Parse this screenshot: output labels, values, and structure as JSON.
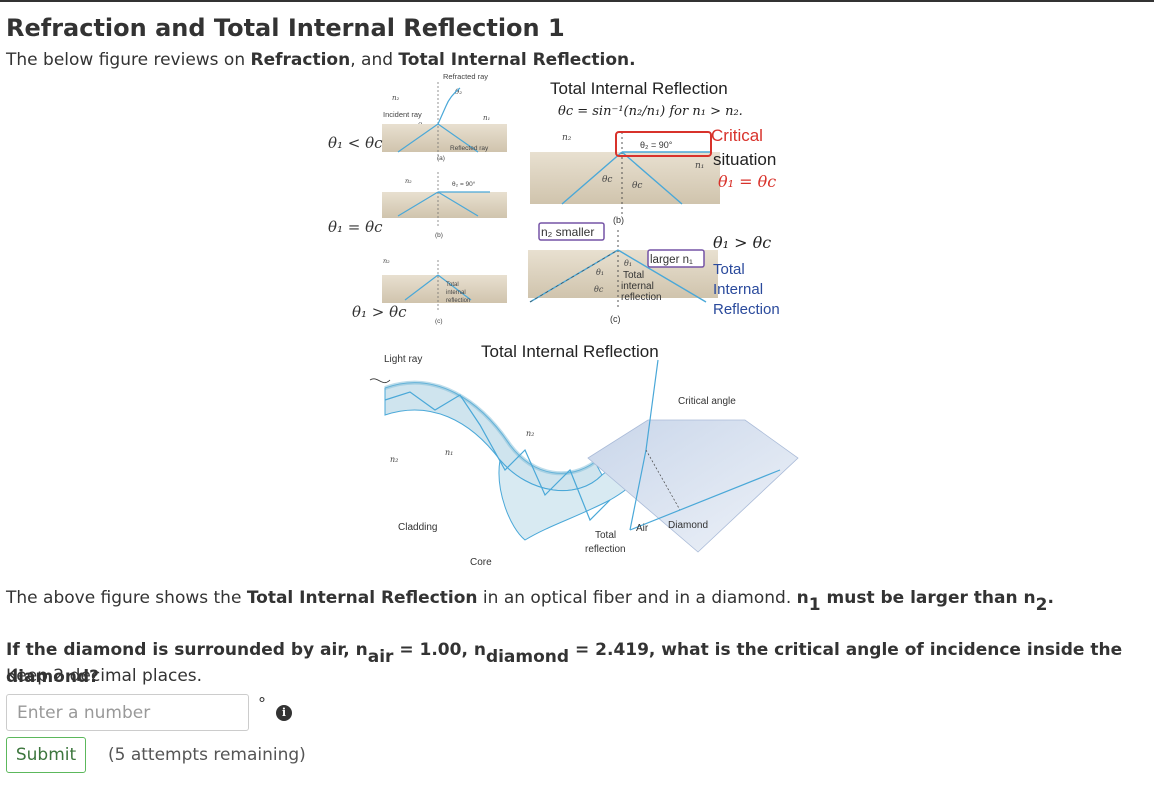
{
  "title": "Refraction and Total Internal Reflection 1",
  "intro": {
    "pre": "The below figure reviews on ",
    "b1": "Refraction",
    "mid": ", and ",
    "b2": "Total Internal Reflection."
  },
  "figure": {
    "refracted_ray": "Refracted ray",
    "incident_ray": "Incident ray",
    "reflected_ray": "Reflected ray",
    "n2": "n₂",
    "n1": "n₁",
    "theta2": "θ₂",
    "theta1": "θ₁",
    "theta_c": "θc",
    "theta2_90": "θ₂ = 90°",
    "label_a": "(a)",
    "label_b": "(b)",
    "label_c": "(c)",
    "cond_less": "θ₁ < θc",
    "cond_equal": "θ₁ = θc",
    "cond_greater": "θ₁ > θc",
    "total": "Total",
    "internal": "internal",
    "reflection": "reflection",
    "tir_title": "Total Internal Reflection",
    "tir_formula": "θc = sin⁻¹(n₂/n₁) for n₁ > n₂.",
    "critical": "Critical",
    "situation": "situation",
    "cond_equal2": "θ₁ = θc",
    "n2_smaller": "n₂ smaller",
    "larger_n1": "larger n₁",
    "cond_greater2": "θ₁ > θc",
    "total_cap": "Total",
    "internal_cap": "Internal",
    "reflection_cap": "Reflection",
    "tir_title2": "Total Internal Reflection",
    "light_ray": "Light ray",
    "cladding": "Cladding",
    "core": "Core",
    "critical_angle": "Critical angle",
    "air": "Air",
    "diamond": "Diamond",
    "total_reflection_1": "Total",
    "total_reflection_2": "reflection"
  },
  "para1": {
    "pre": "The above figure shows the ",
    "b1": "Total Internal Reflection",
    "mid": " in an optical fiber and in a diamond. ",
    "b2_n": "n",
    "b2_sub": "1",
    "b2_rest": " must be larger than n",
    "b2_sub2": "2",
    "b2_end": "."
  },
  "question": {
    "pre": "If the diamond is surrounded by air, n",
    "sub_air": "air",
    "mid": " = 1.00, n",
    "sub_diamond": "diamond",
    "post": " = 2.419, what is the critical angle of incidence inside the diamond?",
    "keep": "Keep 2 decimal places."
  },
  "answer": {
    "placeholder": "Enter a number",
    "unit": "°",
    "info_icon": "i"
  },
  "submit_label": "Submit",
  "attempts": "(5 attempts remaining)"
}
